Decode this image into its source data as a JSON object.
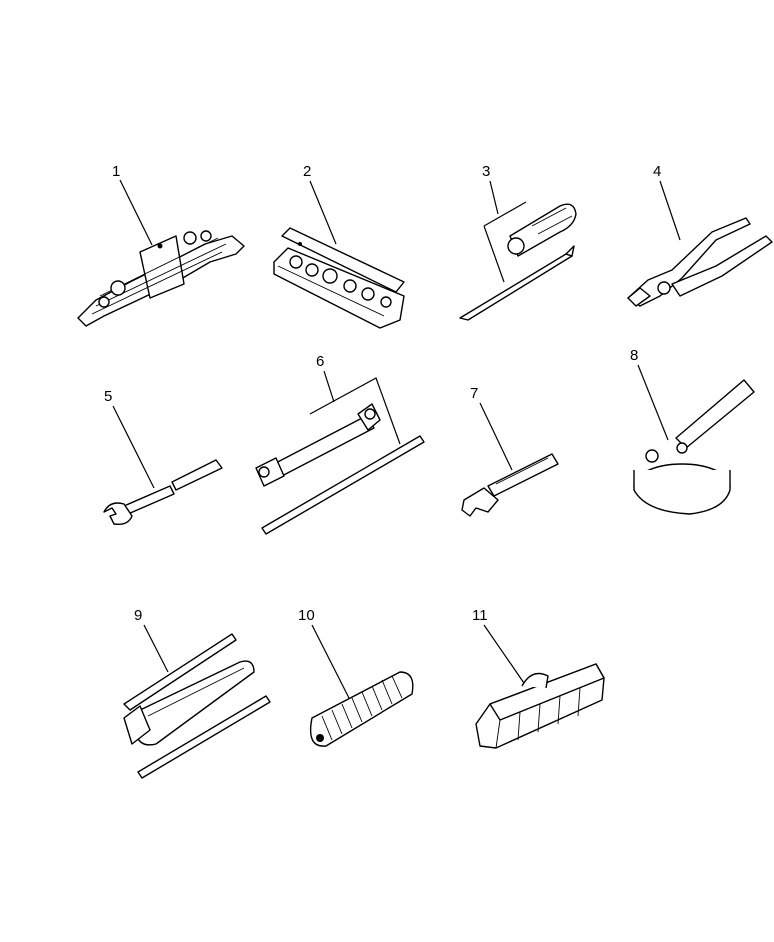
{
  "labels": [
    "1",
    "2",
    "3",
    "4",
    "5",
    "6",
    "7",
    "8",
    "9",
    "10",
    "11"
  ]
}
